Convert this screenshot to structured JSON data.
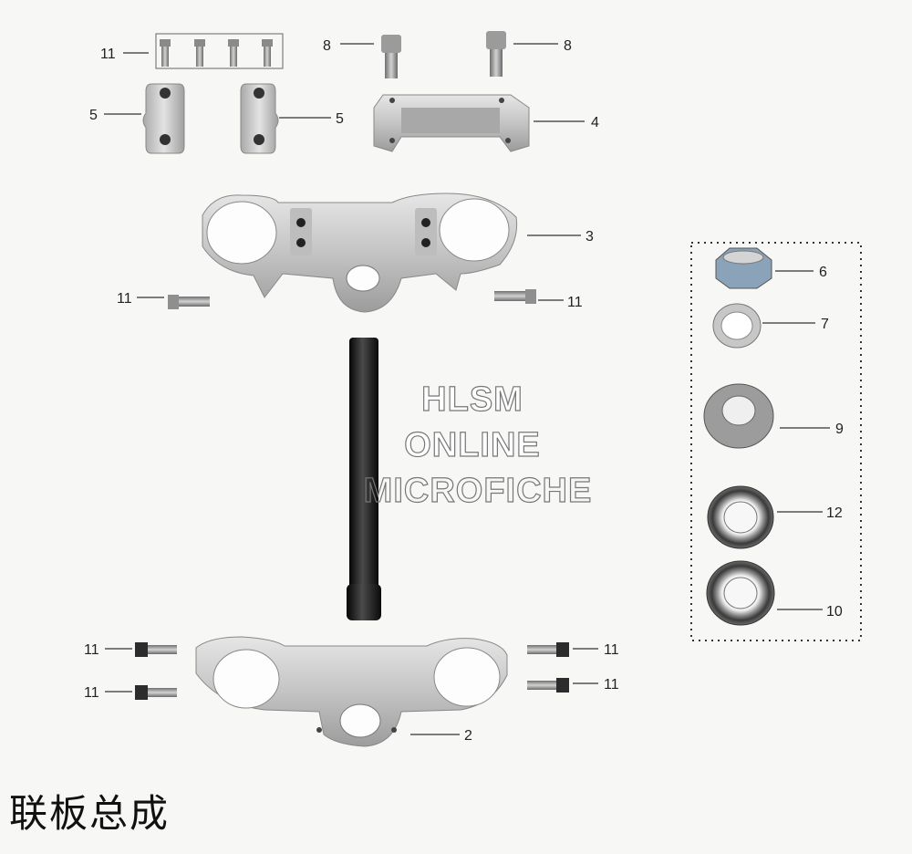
{
  "diagram": {
    "title": "联板总成",
    "watermark": [
      "HLSM",
      "ONLINE",
      "MICROFICHE"
    ],
    "callouts": [
      {
        "id": "c11a",
        "label": "11"
      },
      {
        "id": "c8a",
        "label": "8"
      },
      {
        "id": "c8b",
        "label": "8"
      },
      {
        "id": "c5a",
        "label": "5"
      },
      {
        "id": "c5b",
        "label": "5"
      },
      {
        "id": "c4",
        "label": "4"
      },
      {
        "id": "c3",
        "label": "3"
      },
      {
        "id": "c11b",
        "label": "11"
      },
      {
        "id": "c11c",
        "label": "11"
      },
      {
        "id": "c6",
        "label": "6"
      },
      {
        "id": "c7",
        "label": "7"
      },
      {
        "id": "c9",
        "label": "9"
      },
      {
        "id": "c12",
        "label": "12"
      },
      {
        "id": "c10",
        "label": "10"
      },
      {
        "id": "c11d",
        "label": "11"
      },
      {
        "id": "c11e",
        "label": "11"
      },
      {
        "id": "c11f",
        "label": "11"
      },
      {
        "id": "c11g",
        "label": "11"
      },
      {
        "id": "c2",
        "label": "2"
      }
    ]
  },
  "colors": {
    "aluminum": "#c9c9c9",
    "aluminum_dark": "#8d8d8d",
    "steel_tube": "#1a1a1a",
    "bolt": "#9a9a9a",
    "nut_blue": "#8aa3b8"
  }
}
